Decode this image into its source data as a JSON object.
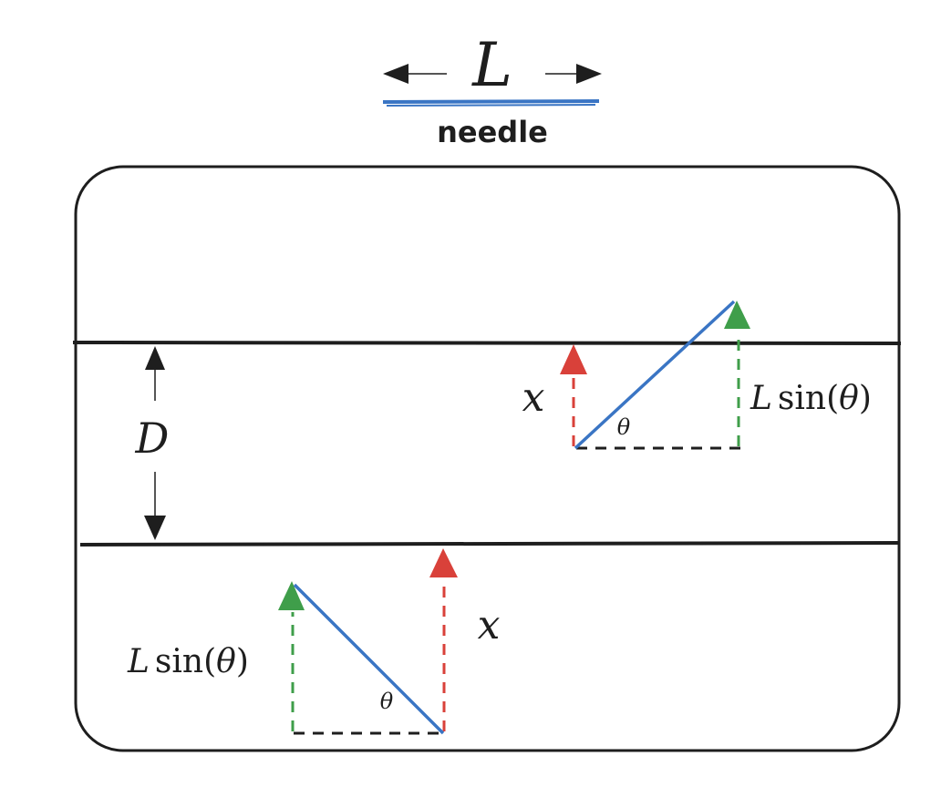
{
  "labels": {
    "needle_length": "L",
    "needle_caption": "needle",
    "spacing": "D",
    "x_upper": "x",
    "x_lower": "x",
    "theta_upper": "θ",
    "theta_lower": "θ",
    "lsin_upper_L": "L",
    "lsin_upper_fn": "sin(",
    "lsin_upper_theta": "θ",
    "lsin_upper_close": ")",
    "lsin_lower_L": "L",
    "lsin_lower_fn": "sin(",
    "lsin_lower_theta": "θ",
    "lsin_lower_close": ")"
  },
  "colors": {
    "ink": "#1e1e1e",
    "needle": "#3a75c4",
    "x_arrow": "#d9413a",
    "sin_arrow": "#3f9e4a",
    "base": "#1e1e1e"
  }
}
